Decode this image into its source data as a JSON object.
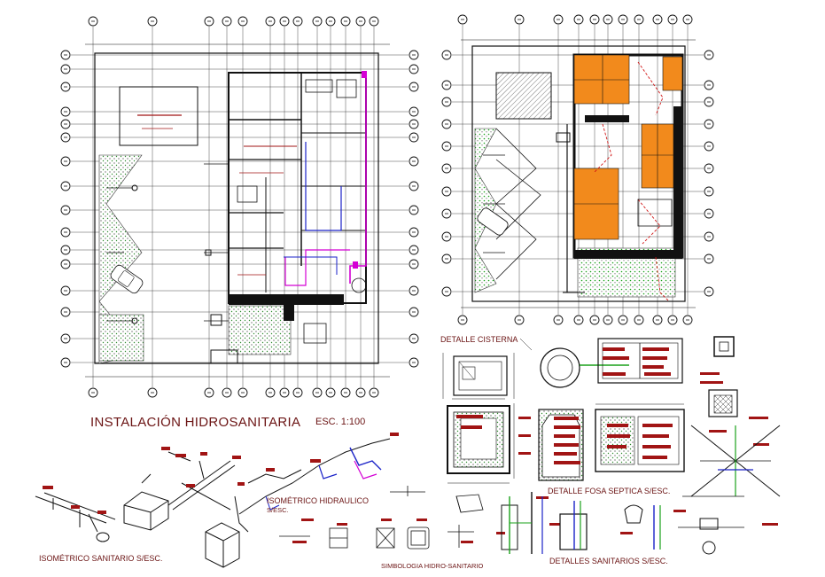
{
  "drawing": {
    "title": "INSTALACIÓN HIDROSANITARIA",
    "scale": "ESC. 1:100"
  },
  "labels": {
    "detalle_cisterna": "DETALLE CISTERNA",
    "detalle_fosa": "DETALLE FOSA SEPTICA  S/ESC.",
    "isometrico_hidraulico": "ISOMÉTRICO HIDRAULICO",
    "isometrico_hidraulico_scale": "S/ESC.",
    "isometrico_sanitario": "ISOMÉTRICO SANITARIO   S/ESC.",
    "simbologia": "SIMBOLOGIA HIDRO-SANITARIO",
    "detalles_sanitarios": "DETALLES SANITARIOS  S/ESC."
  },
  "colors": {
    "line": "#111111",
    "accent_red": "#a11414",
    "label": "#6b1414",
    "magenta": "#d400d4",
    "blue": "#1a22c8",
    "orange": "#f28a1c",
    "green": "#1aa11a",
    "hatch_green": "#2e8b2e"
  }
}
